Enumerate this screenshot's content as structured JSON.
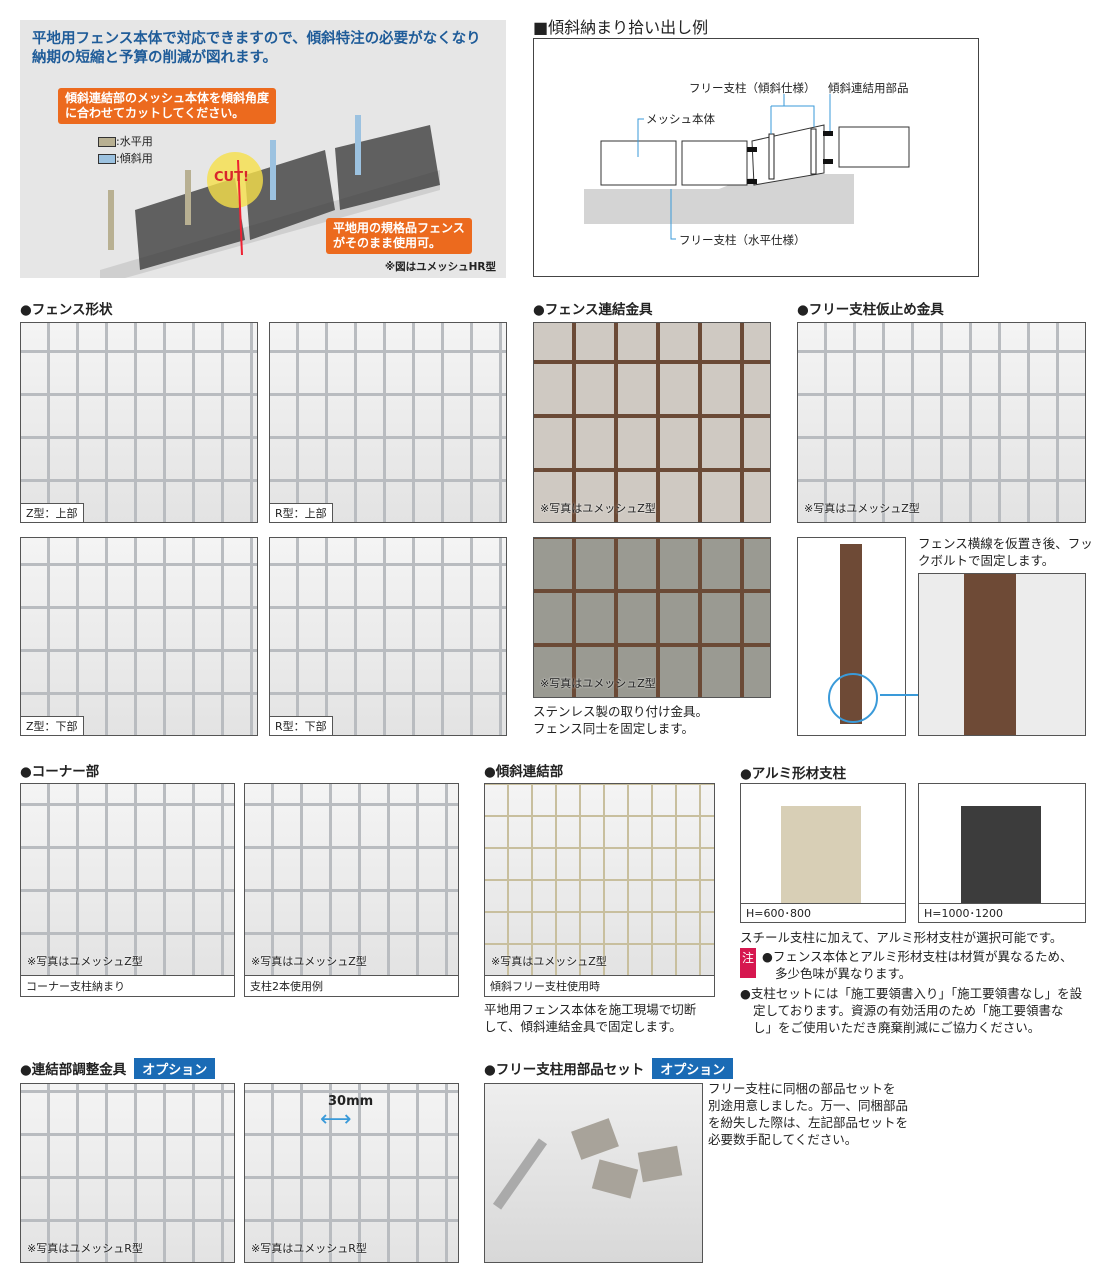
{
  "slope_feature": {
    "headline_1": "平地用フェンス本体で対応できますので、傾斜特注の必要がなくなり",
    "headline_2": "納期の短縮と予算の削減が図れます。",
    "callout_cut": "傾斜連結部のメッシュ本体を傾斜角度に合わせてカットしてください。",
    "legend_horizontal": ":水平用",
    "legend_slope": ":傾斜用",
    "cut_label": "CUT!",
    "callout_standard": "平地用の規格品フェンスがそのまま使用可。",
    "note": "※図はユメッシュHR型"
  },
  "slope_example": {
    "title": "■傾斜納まり拾い出し例",
    "label_mesh": "メッシュ本体",
    "label_free_post_slope": "フリー支柱（傾斜仕様）",
    "label_slope_parts": "傾斜連結用部品",
    "label_free_post_horizontal": "フリー支柱（水平仕様）"
  },
  "fence_shape": {
    "title": "●フェンス形状",
    "photos": [
      {
        "caption": "Z型：上部"
      },
      {
        "caption": "R型：上部"
      },
      {
        "caption": "Z型：下部"
      },
      {
        "caption": "R型：下部"
      }
    ]
  },
  "fence_coupler": {
    "title": "●フェンス連結金具",
    "note_1": "※写真はユメッシュZ型",
    "note_2": "※写真はユメッシュZ型",
    "desc_1": "ステンレス製の取り付け金具。",
    "desc_2": "フェンス同士を固定します。"
  },
  "free_post_clip": {
    "title": "●フリー支柱仮止め金具",
    "note": "※写真はユメッシュZ型",
    "desc_1": "フェンス横線を仮置き後、フッ",
    "desc_2": "クボルトで固定します。"
  },
  "corner": {
    "title": "●コーナー部",
    "photos": [
      {
        "note": "※写真はユメッシュZ型",
        "caption": "コーナー支柱納まり"
      },
      {
        "note": "※写真はユメッシュZ型",
        "caption": "支柱2本使用例"
      }
    ]
  },
  "slope_joint": {
    "title": "●傾斜連結部",
    "note": "※写真はユメッシュZ型",
    "caption": "傾斜フリー支柱使用時",
    "desc_1": "平地用フェンス本体を施工現場で切断",
    "desc_2": "して、傾斜連結金具で固定します。"
  },
  "aluminum_post": {
    "title": "●アルミ形材支柱",
    "photos": [
      {
        "caption": "H=600･800"
      },
      {
        "caption": "H=1000･1200"
      }
    ],
    "desc": "スチール支柱に加えて、アルミ形材支柱が選択可能です。",
    "note_badge": "注",
    "note_1a": "●フェンス本体とアルミ形材支柱は材質が異なるため、",
    "note_1b": "多少色味が異なります。",
    "note_2a": "●支柱セットには「施工要領書入り」「施工要領書なし」を設",
    "note_2b": "定しております。資源の有効活用のため「施工要領書な",
    "note_2c": "し」をご使用いただき廃棄削減にご協力ください。"
  },
  "adjust_fitting": {
    "title": "●連結部調整金具",
    "option": "オプション",
    "photos": [
      {
        "note": "※写真はユメッシュR型"
      },
      {
        "note": "※写真はユメッシュR型"
      }
    ],
    "dimension": "30mm"
  },
  "parts_set": {
    "title": "●フリー支柱用部品セット",
    "option": "オプション",
    "desc_1": "フリー支柱に同梱の部品セットを",
    "desc_2": "別途用意しました。万一、同梱部品",
    "desc_3": "を紛失した際は、左記部品セットを",
    "desc_4": "必要数手配してください。"
  },
  "colors": {
    "accent_blue": "#1a6bb5",
    "orange": "#ec6a1e",
    "note_red": "#d6174f"
  }
}
